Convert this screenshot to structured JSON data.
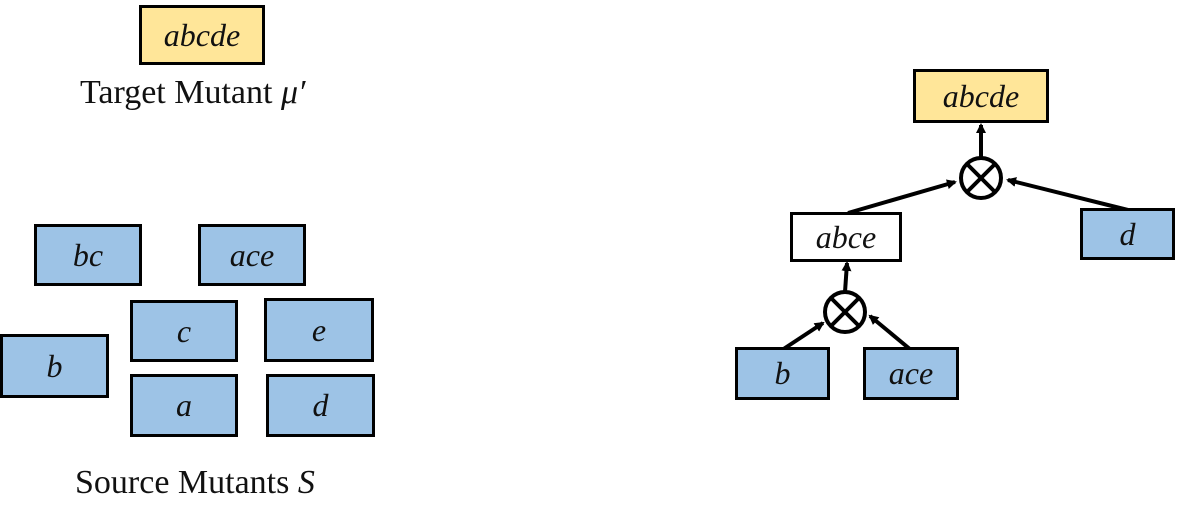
{
  "left_panel": {
    "target_label": "abcde",
    "target_caption": "Target Mutant",
    "target_symbol": "μ′",
    "source_caption": "Source Mutants",
    "source_symbol": "S",
    "sources": [
      "bc",
      "ace",
      "c",
      "e",
      "b",
      "a",
      "d"
    ]
  },
  "right_panel": {
    "root_label": "abcde",
    "intermediate_label": "abce",
    "d_label": "d",
    "b_label": "b",
    "ace_label": "ace"
  },
  "colors": {
    "source_fill": "#9dc3e6",
    "target_fill": "#ffe699",
    "intermediate_fill": "#ffffff"
  },
  "icons": {
    "combine": "circled-times-icon",
    "arrow": "arrow-icon"
  }
}
